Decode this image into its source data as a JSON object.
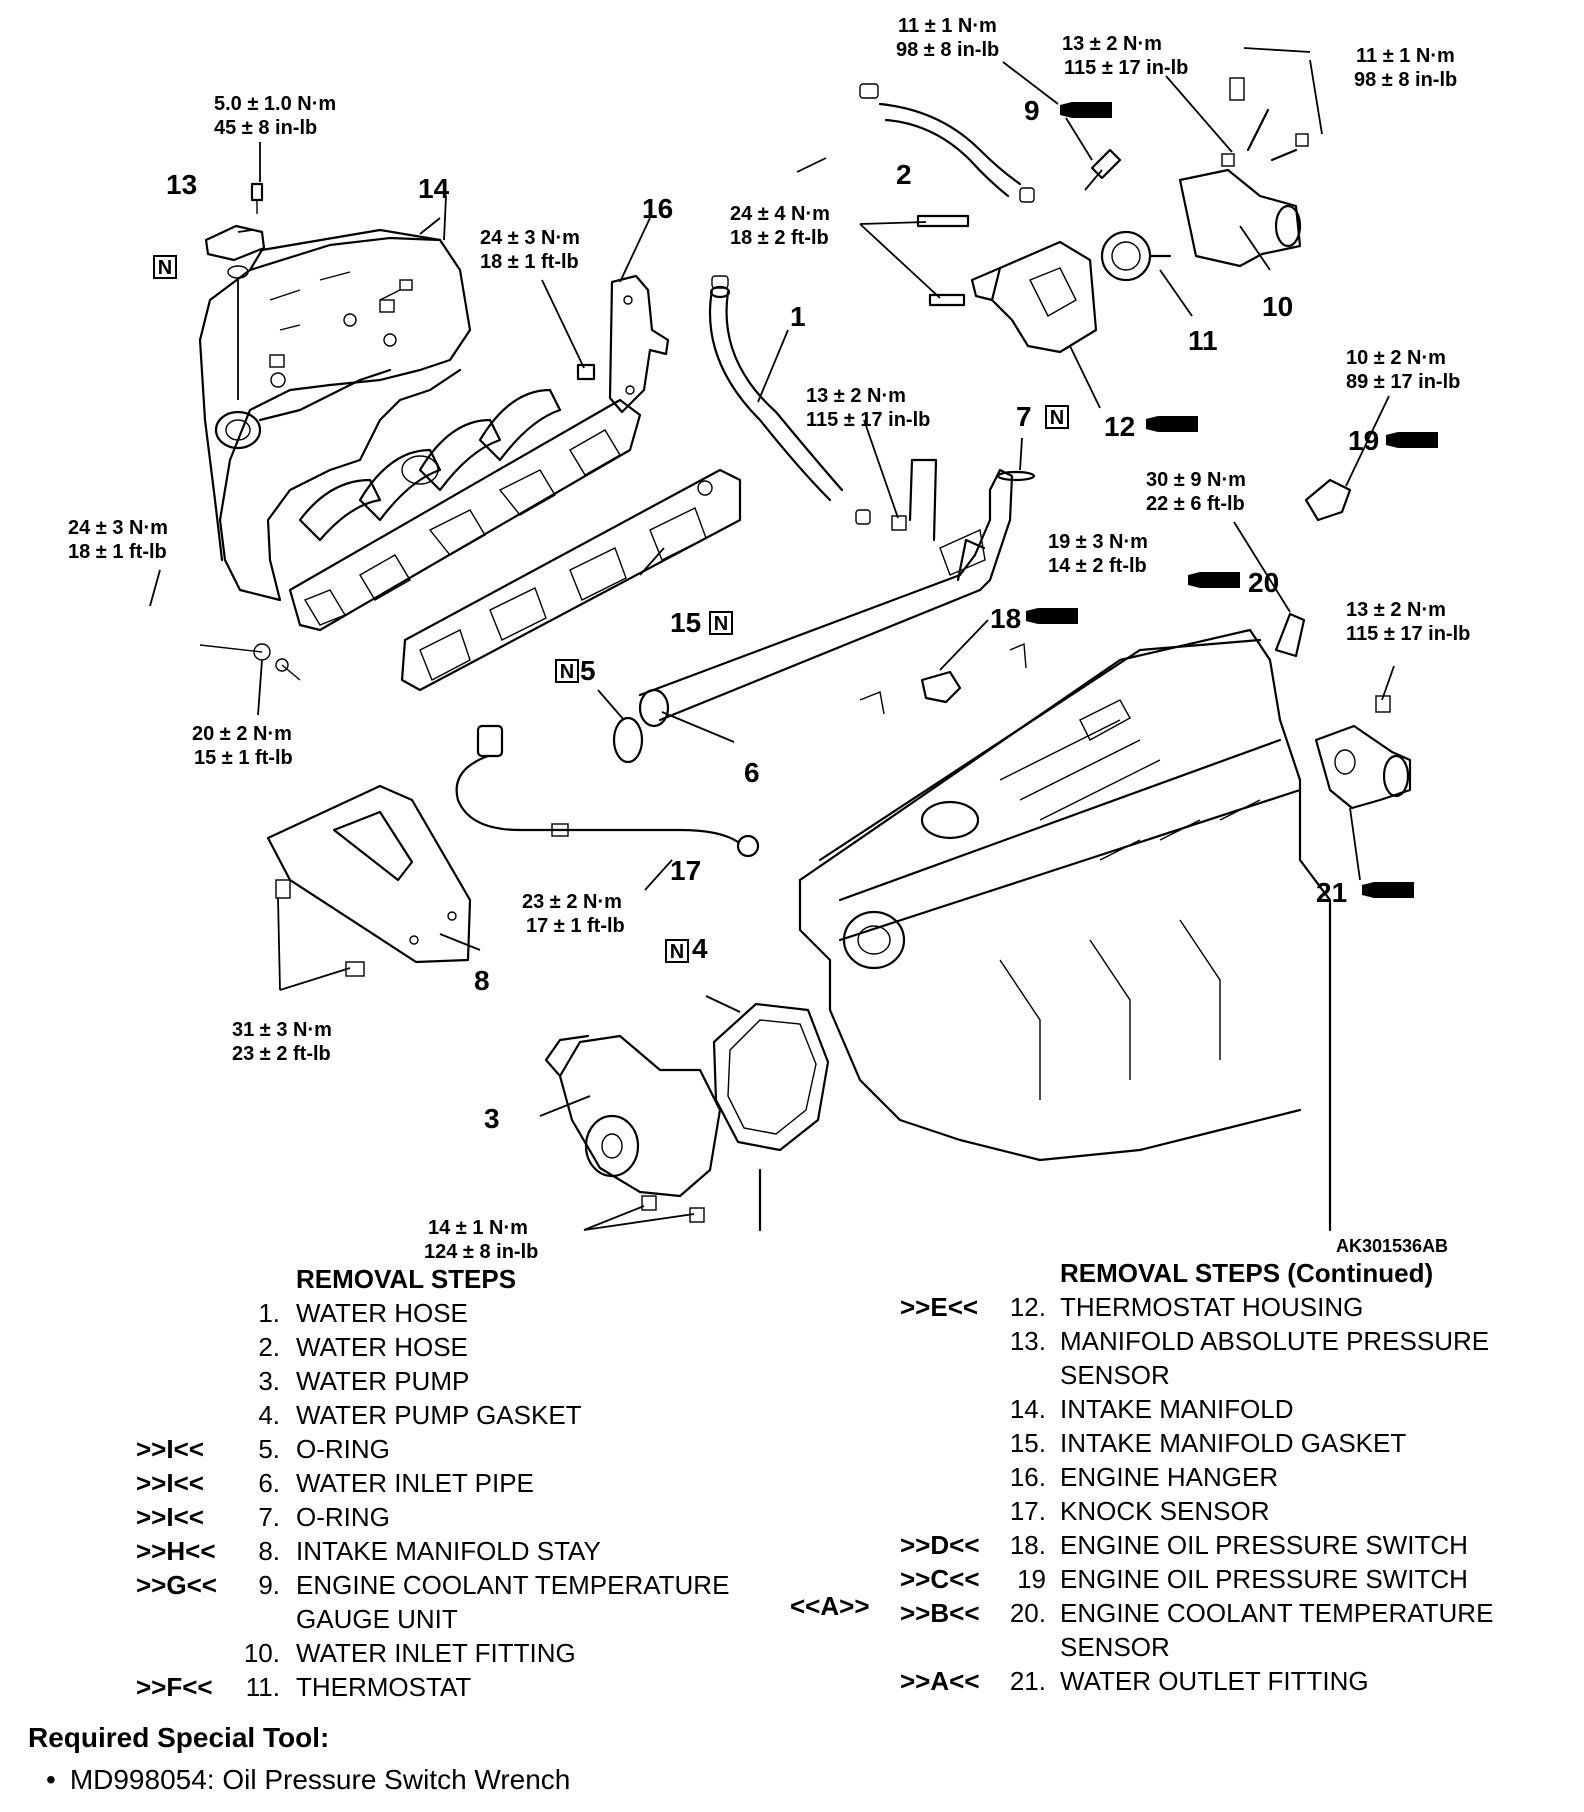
{
  "figure_id": "AK301536AB",
  "nbox_letter": "N",
  "callouts": [
    "1",
    "2",
    "3",
    "4",
    "5",
    "6",
    "7",
    "8",
    "9",
    "10",
    "11",
    "12",
    "13",
    "14",
    "15",
    "16",
    "17",
    "18",
    "19",
    "20",
    "21"
  ],
  "torques": {
    "t9_nm": "11 ± 1 N·m",
    "t9_in": "98 ± 8 in-lb",
    "t10_nm": "13 ± 2 N·m",
    "t10_in": "115 ± 17 in-lb",
    "t10b_nm": "11 ± 1 N·m",
    "t10b_in": "98 ± 8 in-lb",
    "t13_nm": "5.0 ± 1.0 N·m",
    "t13_in": "45 ± 8 in-lb",
    "t16_nm": "24 ± 3 N·m",
    "t16_ft": "18 ± 1 ft-lb",
    "t12_nm": "24 ± 4 N·m",
    "t12_ft": "18 ± 2 ft-lb",
    "t19_nm": "10 ± 2 N·m",
    "t19_in": "89 ± 17 in-lb",
    "t6_nm": "13 ± 2 N·m",
    "t6_in": "115 ± 17 in-lb",
    "t20_nm": "30 ± 9 N·m",
    "t20_ft": "22 ± 6 ft-lb",
    "t14_nm": "24 ± 3 N·m",
    "t14_ft": "18 ± 1 ft-lb",
    "t18_nm": "19 ± 3 N·m",
    "t18_ft": "14 ± 2 ft-lb",
    "t21_nm": "13 ± 2 N·m",
    "t21_in": "115 ± 17 in-lb",
    "t15_nm": "20 ± 2 N·m",
    "t15_ft": "15 ± 1 ft-lb",
    "t17_nm": "23 ± 2 N·m",
    "t17_ft": "17 ± 1 ft-lb",
    "t8_nm": "31 ± 3 N·m",
    "t8_ft": "23 ± 2 ft-lb",
    "t3_nm": "14 ± 1 N·m",
    "t3_in": "124 ± 8 in-lb"
  },
  "removal_left": {
    "heading": "REMOVAL STEPS",
    "items": [
      {
        "mark": "",
        "num": "1.",
        "text": "WATER HOSE"
      },
      {
        "mark": "",
        "num": "2.",
        "text": "WATER HOSE"
      },
      {
        "mark": "",
        "num": "3.",
        "text": "WATER PUMP"
      },
      {
        "mark": "",
        "num": "4.",
        "text": "WATER PUMP GASKET"
      },
      {
        "mark": ">>I<<",
        "num": "5.",
        "text": "O-RING"
      },
      {
        "mark": ">>I<<",
        "num": "6.",
        "text": "WATER INLET PIPE"
      },
      {
        "mark": ">>I<<",
        "num": "7.",
        "text": "O-RING"
      },
      {
        "mark": ">>H<<",
        "num": "8.",
        "text": "INTAKE MANIFOLD STAY"
      },
      {
        "mark": ">>G<<",
        "num": "9.",
        "text": "ENGINE COOLANT TEMPERATURE"
      },
      {
        "mark": "",
        "num": "",
        "text": "GAUGE UNIT"
      },
      {
        "mark": "",
        "num": "10.",
        "text": "WATER INLET FITTING"
      },
      {
        "mark": ">>F<<",
        "num": "11.",
        "text": "THERMOSTAT"
      }
    ]
  },
  "removal_right": {
    "heading": "REMOVAL STEPS (Continued)",
    "items": [
      {
        "mark": ">>E<<",
        "num": "12.",
        "text": "THERMOSTAT HOUSING"
      },
      {
        "mark": "",
        "num": "13.",
        "text": "MANIFOLD ABSOLUTE PRESSURE"
      },
      {
        "mark": "",
        "num": "",
        "text": "SENSOR"
      },
      {
        "mark": "",
        "num": "14.",
        "text": "INTAKE MANIFOLD"
      },
      {
        "mark": "",
        "num": "15.",
        "text": "INTAKE MANIFOLD GASKET"
      },
      {
        "mark": "",
        "num": "16.",
        "text": "ENGINE HANGER"
      },
      {
        "mark": "",
        "num": "17.",
        "text": "KNOCK SENSOR"
      },
      {
        "mark": ">>D<<",
        "num": "18.",
        "text": "ENGINE OIL PRESSURE SWITCH"
      },
      {
        "mark": ">>C<<",
        "num": "19",
        "text": "ENGINE OIL PRESSURE SWITCH"
      },
      {
        "mark": ">>B<<",
        "num": "20.",
        "text": "ENGINE COOLANT TEMPERATURE"
      },
      {
        "mark": "",
        "num": "",
        "text": "SENSOR"
      },
      {
        "mark": ">>A<<",
        "num": "21.",
        "text": "WATER OUTLET FITTING"
      }
    ]
  },
  "special_ref": "<<A>>",
  "tool": {
    "heading": "Required Special Tool:",
    "bullet": "•",
    "item": "MD998054: Oil Pressure Switch Wrench"
  }
}
